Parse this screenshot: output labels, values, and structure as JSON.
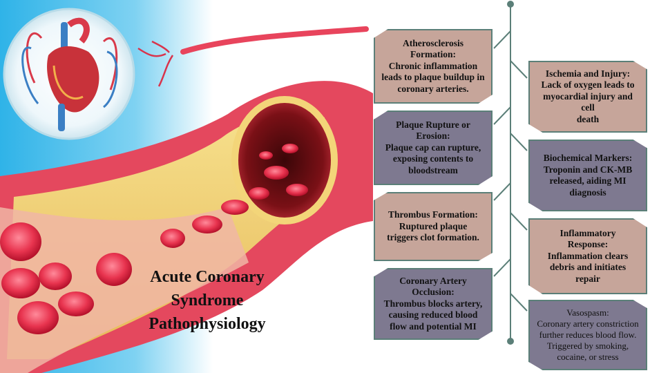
{
  "title_lines": [
    "Acute Coronary",
    "Syndrome",
    "Pathophysiology"
  ],
  "left_boxes": [
    {
      "lines": [
        "Atherosclerosis",
        "Formation:",
        "Chronic inflammation",
        "leads to plaque buildup in",
        "coronary arteries."
      ],
      "shade": "light"
    },
    {
      "lines": [
        "Plaque Rupture or",
        "Erosion:",
        "Plaque cap can rupture,",
        "exposing contents to",
        "bloodstream"
      ],
      "shade": "dark"
    },
    {
      "lines": [
        "Thrombus Formation:",
        "Ruptured plaque",
        "triggers clot formation."
      ],
      "shade": "light"
    },
    {
      "lines": [
        "Coronary Artery",
        "Occlusion:",
        "Thrombus blocks artery,",
        "causing reduced blood",
        "flow and potential MI"
      ],
      "shade": "dark"
    }
  ],
  "right_boxes": [
    {
      "lines": [
        "Ischemia and Injury:",
        "Lack of oxygen leads to",
        "myocardial injury and cell",
        "death"
      ],
      "shade": "light"
    },
    {
      "lines": [
        "Biochemical Markers:",
        "Troponin and CK-MB",
        "released, aiding MI",
        "diagnosis"
      ],
      "shade": "dark"
    },
    {
      "lines": [
        "Inflammatory",
        "Response:",
        "Inflammation clears",
        "debris and initiates",
        "repair"
      ],
      "shade": "light"
    },
    {
      "lines": [
        "Vasospasm:",
        "Coronary artery constriction",
        "further reduces blood flow.",
        "Triggered by smoking,",
        "cocaine, or stress"
      ],
      "shade": "dark"
    }
  ],
  "colors": {
    "light_box": "#c6a59a",
    "dark_box": "#7e7990",
    "connector": "#5b7f78",
    "background_blue": "#39b9ea"
  }
}
